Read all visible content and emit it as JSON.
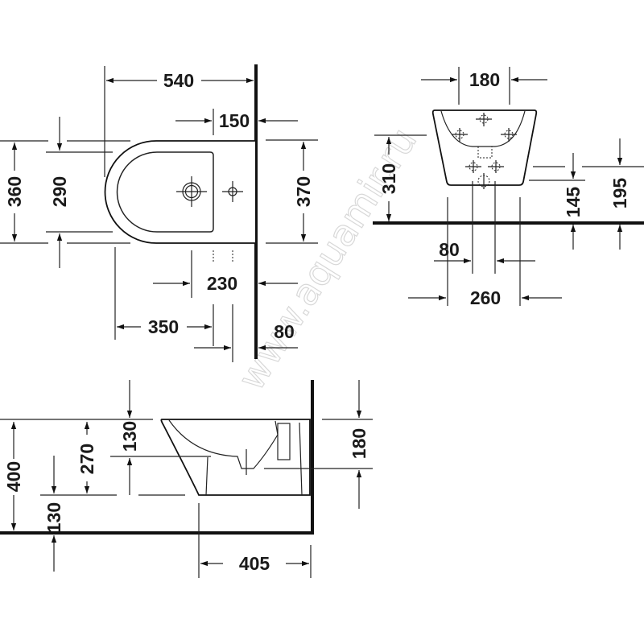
{
  "watermark": "www.aquamir.ru",
  "plan_view": {
    "depth_total": "540",
    "hole_to_wall": "150",
    "width_outer": "360",
    "width_inner": "290",
    "width_wall_side": "370",
    "tap_to_wall": "230",
    "front_to_tap": "350",
    "small_hole_to_wall": "80"
  },
  "front_view": {
    "top_width": "180",
    "height_310": "310",
    "height_145": "145",
    "height_195": "195",
    "pedestal_width": "80",
    "base_width": "260"
  },
  "side_view": {
    "total_height": "400",
    "height_270": "270",
    "bottom_130": "130",
    "bowl_depth_130": "130",
    "outlet_180": "180",
    "base_depth": "405"
  }
}
